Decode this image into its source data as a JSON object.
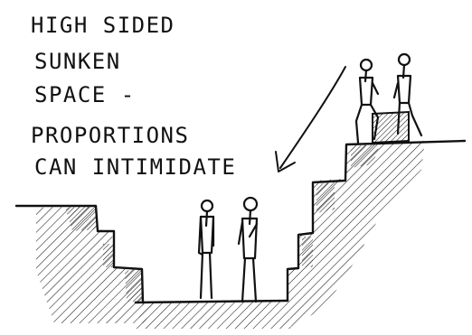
{
  "caption": {
    "lines": [
      "HIGH SIDED",
      "SUNKEN",
      "SPACE -",
      "PROPORTIONS",
      "CAN INTIMIDATE"
    ]
  },
  "colors": {
    "ink": "#111111",
    "paper": "#ffffff"
  },
  "icons": {
    "pointer": "arrow-icon"
  }
}
